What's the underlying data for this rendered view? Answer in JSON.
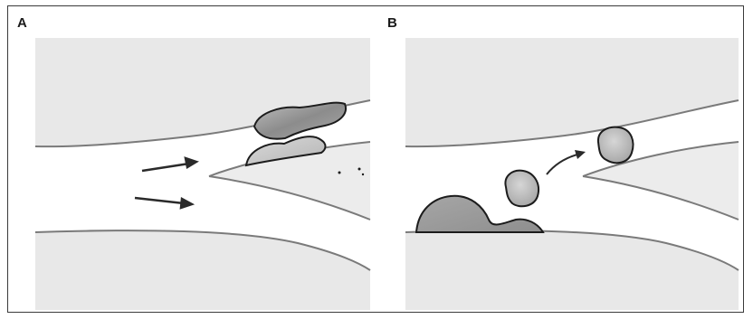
{
  "figure": {
    "panels": [
      {
        "id": "a",
        "label": "A"
      },
      {
        "id": "b",
        "label": "B"
      }
    ]
  },
  "colors": {
    "tissue": "#e6e6e6",
    "vessel_line": "#7a7a7a",
    "plaque_dark": "#8f8f8f",
    "plaque_light": "#c4c4c4",
    "outline": "#1c1c1c",
    "arrow": "#2a2a2a"
  }
}
